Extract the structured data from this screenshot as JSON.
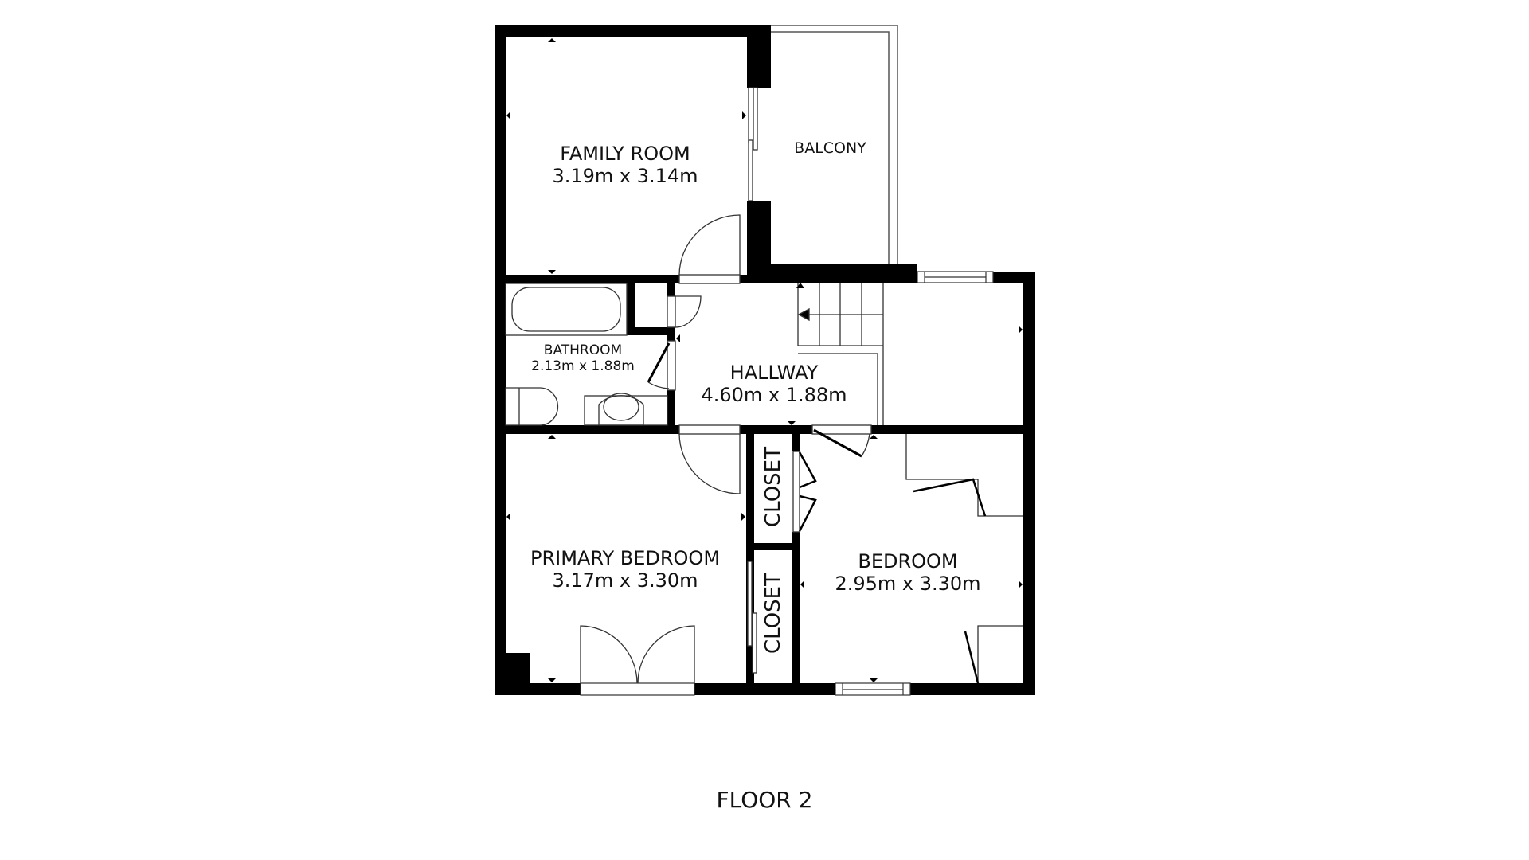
{
  "plan": {
    "floor_label": "FLOOR 2",
    "wall_color": "#000000",
    "background_color": "#ffffff",
    "rooms": {
      "family_room": {
        "name": "FAMILY ROOM",
        "dimensions": "3.19m x 3.14m"
      },
      "balcony": {
        "name": "BALCONY"
      },
      "bathroom": {
        "name": "BATHROOM",
        "dimensions": "2.13m x 1.88m"
      },
      "hallway": {
        "name": "HALLWAY",
        "dimensions": "4.60m x 1.88m"
      },
      "primary_bedroom": {
        "name": "PRIMARY BEDROOM",
        "dimensions": "3.17m x 3.30m"
      },
      "closet_upper": {
        "name": "CLOSET"
      },
      "closet_lower": {
        "name": "CLOSET"
      },
      "bedroom": {
        "name": "BEDROOM",
        "dimensions": "2.95m x 3.30m"
      }
    }
  }
}
